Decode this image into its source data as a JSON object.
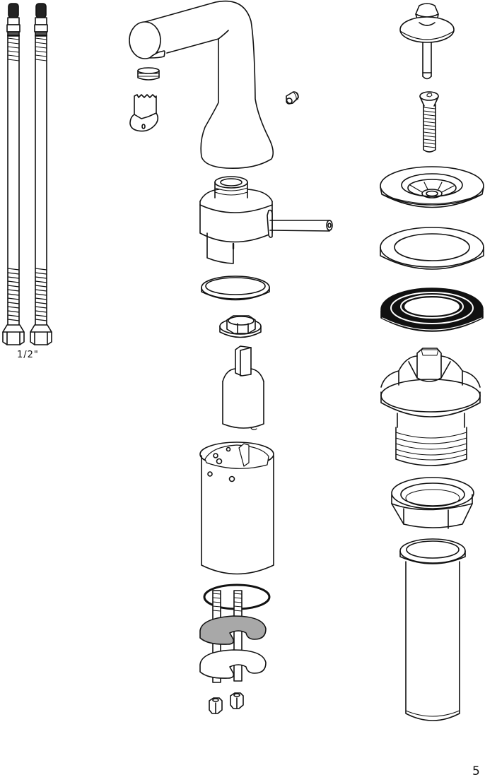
{
  "diagram": {
    "type": "exploded-parts-view",
    "subject": "basin faucet with pop-up drain",
    "labels": {
      "hose_size": "1/2\"",
      "page_number": "5"
    },
    "groups": [
      {
        "name": "supply-hoses",
        "parts": [
          "flexible supply hose",
          "flexible supply hose"
        ]
      },
      {
        "name": "faucet-assembly",
        "parts": [
          "spout body",
          "aerator",
          "aerator key",
          "set screw",
          "handle and cap",
          "o-ring",
          "bonnet nut",
          "cartridge",
          "faucet base sleeve",
          "o-ring",
          "mounting studs",
          "washer (grey)",
          "washer",
          "hex nuts"
        ]
      },
      {
        "name": "drain-assembly",
        "parts": [
          "pop-up stopper",
          "screw",
          "drain flange",
          "gasket",
          "rubber gasket (black)",
          "drain body",
          "lock nut",
          "tailpiece"
        ]
      }
    ],
    "colors": {
      "line": "#111111",
      "fill_grey": "#a8a8a8",
      "fill_black": "#111111",
      "background": "#ffffff"
    }
  }
}
